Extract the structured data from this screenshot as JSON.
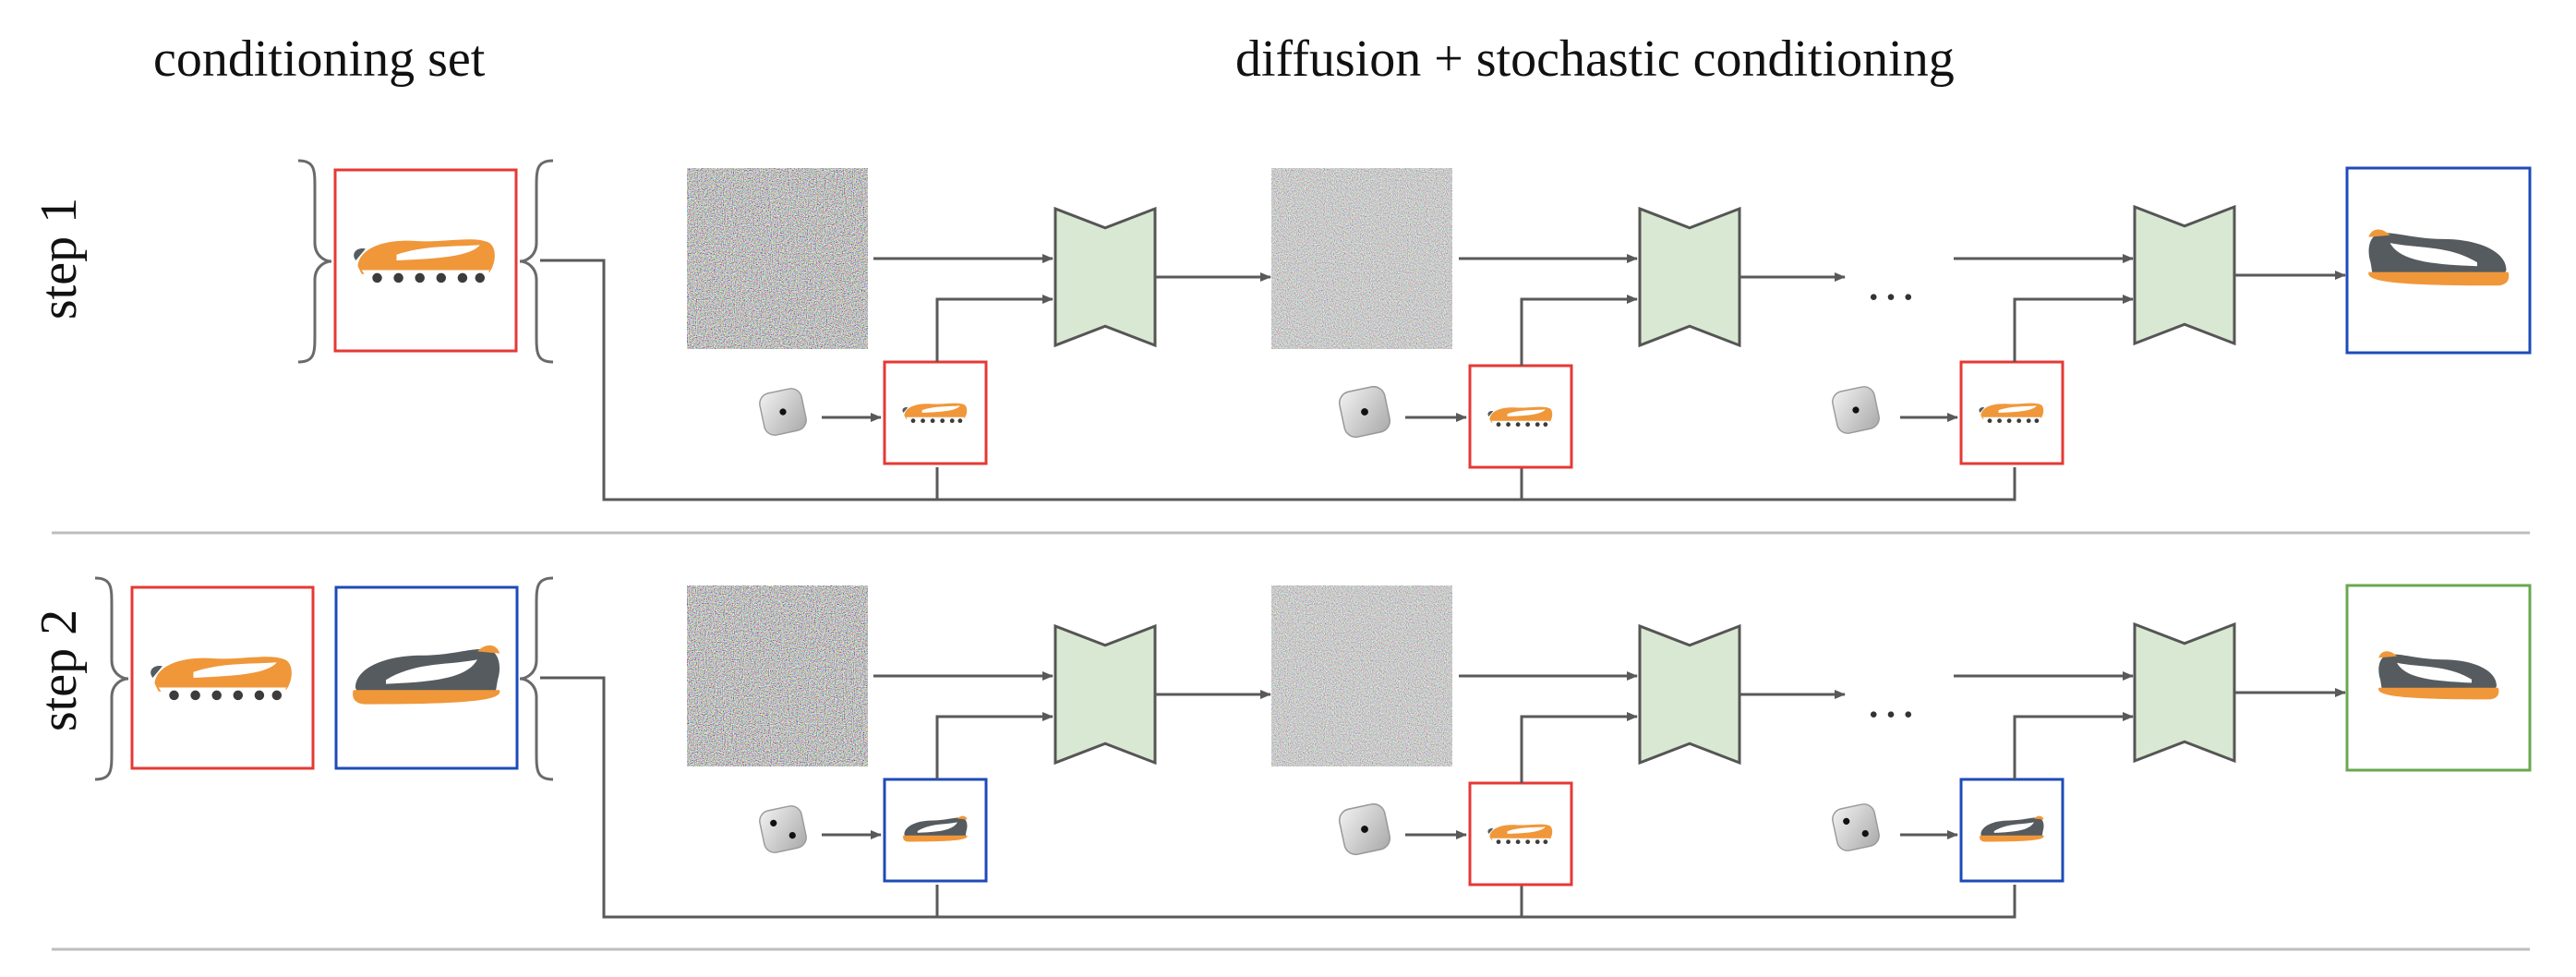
{
  "headers": {
    "conditioning_set": "conditioning set",
    "diffusion": "diffusion + stochastic conditioning"
  },
  "rows": [
    {
      "label": "step 1",
      "conditioning_views": [
        "red"
      ],
      "sampled_views": [
        "red",
        "red",
        "red"
      ],
      "output_view": "blue",
      "ellipsis": "…"
    },
    {
      "label": "step 2",
      "conditioning_views": [
        "red",
        "blue"
      ],
      "sampled_views": [
        "blue",
        "red",
        "blue"
      ],
      "output_view": "green",
      "ellipsis": "…"
    }
  ],
  "colors": {
    "red": "#e53935",
    "blue": "#1e4bb8",
    "green": "#6aa84f",
    "denoiser_fill": "#d9e8d2",
    "connector": "#595959",
    "separator": "#bdbdbd",
    "shoe_orange": "#f0973a",
    "shoe_gray": "#555b5e"
  },
  "icons": {
    "denoiser": "hourglass-unet-icon",
    "noise": "noise-image-icon",
    "die": "die-icon",
    "shoe": "sneaker-icon",
    "brace": "curly-brace-icon"
  }
}
